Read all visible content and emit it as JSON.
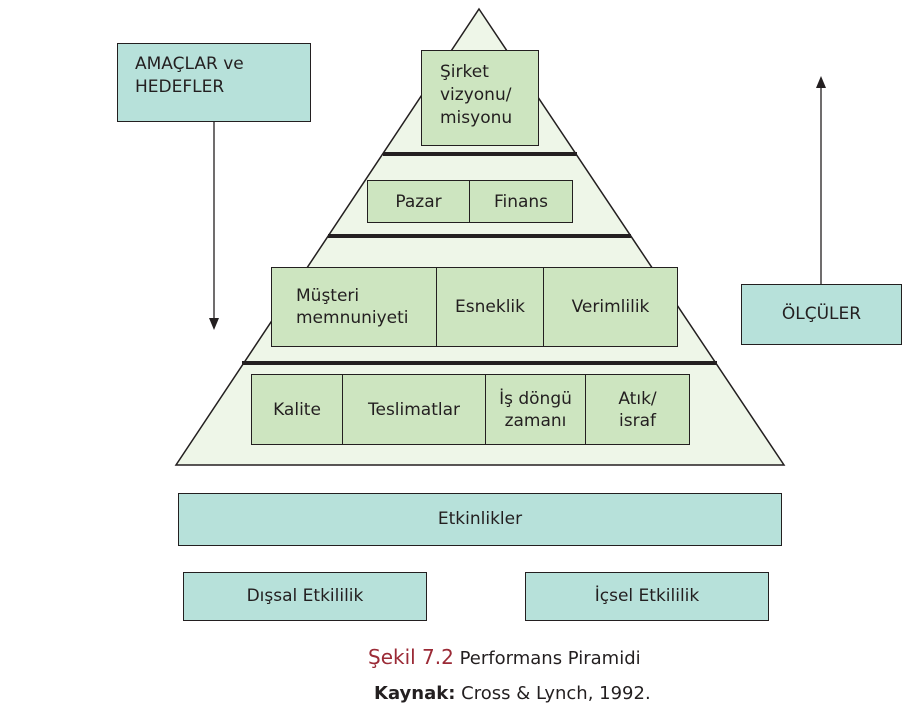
{
  "left_box": {
    "label_line1": "AMAÇLAR ve",
    "label_line2": "HEDEFLER",
    "arrow": "down"
  },
  "right_box": {
    "label": "ÖLÇÜLER",
    "arrow": "up"
  },
  "pyramid": {
    "level1": {
      "line1": "Şirket",
      "line2": "vizyonu/",
      "line3": "misyonu"
    },
    "level2": [
      {
        "label": "Pazar"
      },
      {
        "label": "Finans"
      }
    ],
    "level3": [
      {
        "line1": "Müşteri",
        "line2": "memnuniyeti"
      },
      {
        "line1": "Esneklik",
        "line2": ""
      },
      {
        "line1": "Verimlilik",
        "line2": ""
      }
    ],
    "level4": [
      {
        "line1": "Kalite",
        "line2": ""
      },
      {
        "line1": "Teslimatlar",
        "line2": ""
      },
      {
        "line1": "İş döngü",
        "line2": "zamanı"
      },
      {
        "line1": "Atık/",
        "line2": "israf"
      }
    ]
  },
  "base": {
    "activities": "Etkinlikler",
    "external": "Dışsal Etkililik",
    "internal": "İçsel Etkililik"
  },
  "caption": {
    "figure_number": "Şekil 7.2",
    "title": "Performans Piramidi",
    "source_label": "Kaynak:",
    "source_text": "Cross & Lynch, 1992."
  },
  "colors": {
    "teal_box": "#b7e1da",
    "green_box": "#cde5c0",
    "pyramid_fill": "#eef6e8",
    "caption_accent": "#9b2a36"
  }
}
